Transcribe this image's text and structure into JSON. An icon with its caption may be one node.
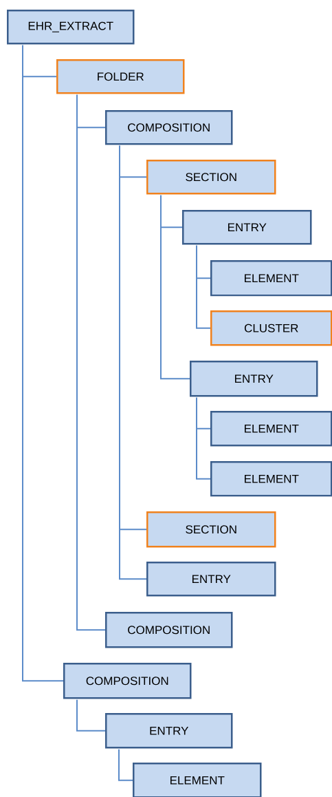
{
  "diagram": {
    "nodes": [
      {
        "text": [
          "EHR_EXTRACT"
        ]
      },
      {
        "text": [
          "FOLDER"
        ]
      },
      {
        "text": [
          "COMPOSITION"
        ]
      },
      {
        "text": [
          "SECTION"
        ]
      },
      {
        "text": [
          "ENTRY"
        ]
      },
      {
        "text": [
          "ELEMENT"
        ]
      },
      {
        "text": [
          "CLUSTER"
        ]
      },
      {
        "text": [
          "ENTRY"
        ]
      },
      {
        "text": [
          "ELEMENT"
        ]
      },
      {
        "text": [
          "ELEMENT"
        ]
      },
      {
        "text": [
          "SECTION"
        ]
      },
      {
        "text": [
          "ENTRY"
        ]
      },
      {
        "text": [
          "COMPOSITION"
        ]
      },
      {
        "text": [
          "COMPOSITION"
        ]
      },
      {
        "text": [
          "ENTRY"
        ]
      },
      {
        "text": [
          "ELEMENT"
        ]
      }
    ],
    "edges": [
      {
        "from": 0,
        "to": 1,
        "arrow": "none"
      },
      {
        "from": 0,
        "to": 13,
        "arrow": "none"
      },
      {
        "from": 1,
        "to": 2,
        "arrow": "none"
      },
      {
        "from": 1,
        "to": 12,
        "arrow": "none"
      },
      {
        "from": 2,
        "to": 3,
        "arrow": "none"
      },
      {
        "from": 2,
        "to": 10,
        "arrow": "none"
      },
      {
        "from": 2,
        "to": 11,
        "arrow": "none"
      },
      {
        "from": 3,
        "to": 4,
        "arrow": "none"
      },
      {
        "from": 3,
        "to": 7,
        "arrow": "none"
      },
      {
        "from": 4,
        "to": 5,
        "arrow": "none"
      },
      {
        "from": 4,
        "to": 6,
        "arrow": "none"
      },
      {
        "from": 7,
        "to": 8,
        "arrow": "none"
      },
      {
        "from": 7,
        "to": 9,
        "arrow": "none"
      },
      {
        "from": 13,
        "to": 14,
        "arrow": "none"
      },
      {
        "from": 14,
        "to": 15,
        "arrow": "none"
      }
    ]
  }
}
